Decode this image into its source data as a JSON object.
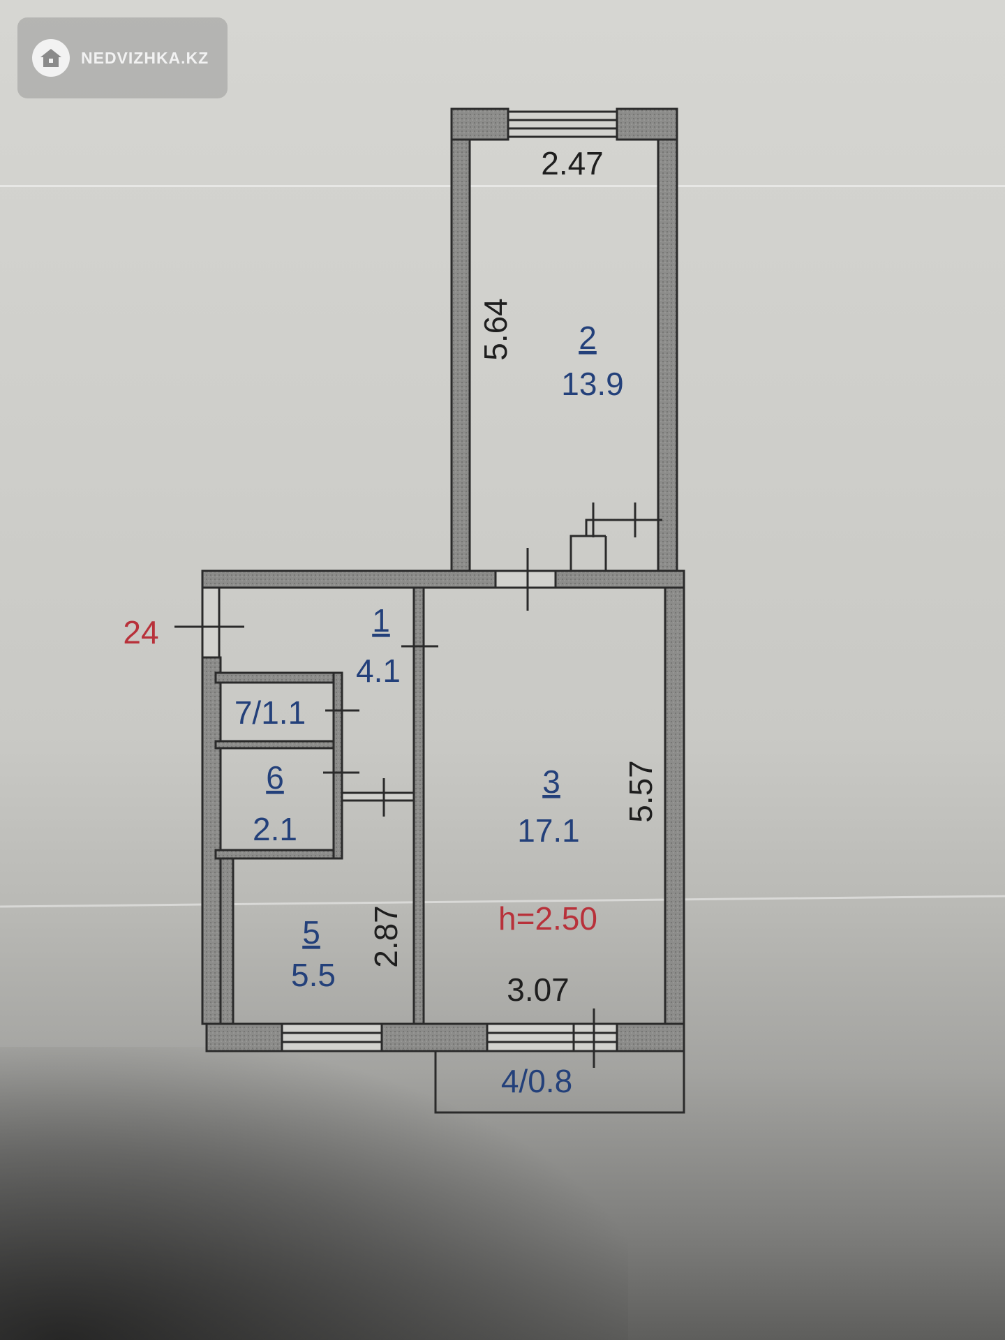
{
  "watermark": {
    "text": "NEDVIZHKA.KZ",
    "icon": "house-icon"
  },
  "plan": {
    "ceiling_height": "h=2.50",
    "entrance_marker": "24",
    "dimensions": {
      "room2_width": "2.47",
      "room2_length": "5.64",
      "room3_length": "5.57",
      "room3_width": "3.07",
      "room5_length": "2.87"
    },
    "rooms": [
      {
        "number": "1",
        "area": "4.1"
      },
      {
        "number": "2",
        "area": "13.9"
      },
      {
        "number": "3",
        "area": "17.1"
      },
      {
        "number": "5",
        "area": "5.5"
      },
      {
        "number": "6",
        "area": "2.1"
      }
    ],
    "inline_rooms": {
      "room7": "7/1.1",
      "balcony": "4/0.8"
    }
  },
  "colors": {
    "wall": "#8a8a88",
    "line": "#2a2a2a",
    "area_text": "#23407a",
    "note_text": "#b8313a"
  }
}
